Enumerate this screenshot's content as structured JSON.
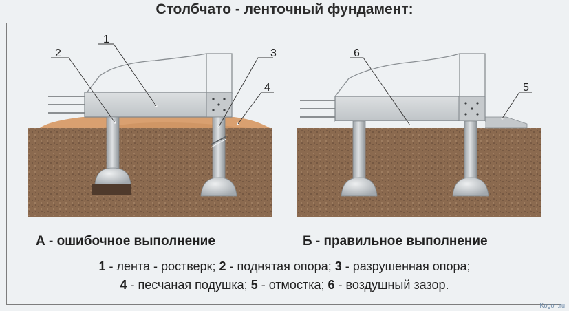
{
  "title": "Столбчато - ленточный фундамент:",
  "diagram": {
    "left_callouts": [
      "1",
      "2",
      "3",
      "4"
    ],
    "right_callouts": [
      "6",
      "5"
    ]
  },
  "captions": {
    "left": "А - ошибочное выполнение",
    "right": "Б - правильное выполнение"
  },
  "legend": {
    "line1": [
      {
        "num": "1",
        "text": " - лента - ростверк; "
      },
      {
        "num": "2",
        "text": " - поднятая опора; "
      },
      {
        "num": "3",
        "text": " - разрушенная опора;"
      }
    ],
    "line2": [
      {
        "num": "4",
        "text": " - песчаная подушка; "
      },
      {
        "num": "5",
        "text": " - отмостка; "
      },
      {
        "num": "6",
        "text": " - воздушный зазор."
      }
    ]
  },
  "watermark": "Kogoh.ru",
  "colors": {
    "soil": "#8b6a4f",
    "sand": "#d9a070",
    "concrete": "#cfd3d6",
    "pier": "#b9bec2",
    "background": "#eef1f3"
  }
}
